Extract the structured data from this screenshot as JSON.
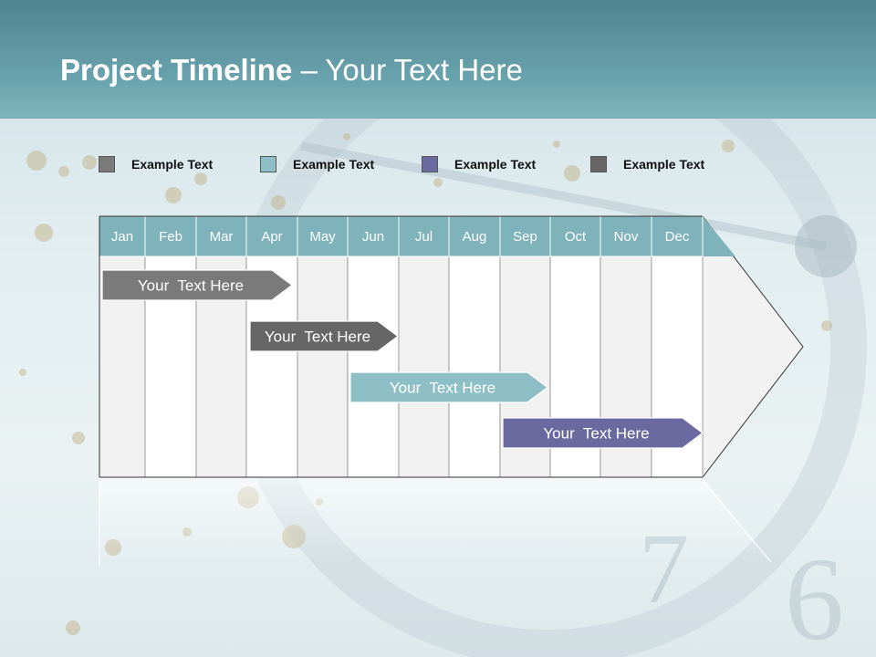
{
  "slide": {
    "title_bold": "Project Timeline",
    "title_rest": " – Your Text Here"
  },
  "legend": [
    {
      "label": "Example Text",
      "color": "#7a7a7a"
    },
    {
      "label": "Example Text",
      "color": "#8fbfc6"
    },
    {
      "label": "Example Text",
      "color": "#6a6aa0"
    },
    {
      "label": "Example Text",
      "color": "#666666"
    }
  ],
  "timeline": {
    "months": [
      "Jan",
      "Feb",
      "Mar",
      "Apr",
      "May",
      "Jun",
      "Jul",
      "Aug",
      "Sep",
      "Oct",
      "Nov",
      "Dec"
    ],
    "header_color": "#7fb3bb",
    "tasks": [
      {
        "label": "Your  Text Here",
        "start_month": "Jan",
        "end_month": "Apr",
        "color": "#7a7a7a"
      },
      {
        "label": "Your  Text Here",
        "start_month": "Apr",
        "end_month": "Jun",
        "color": "#666666"
      },
      {
        "label": "Your  Text Here",
        "start_month": "Jun",
        "end_month": "Sep",
        "color": "#8fbfc6"
      },
      {
        "label": "Your  Text Here",
        "start_month": "Sep",
        "end_month": "Dec",
        "color": "#6a6aa0"
      }
    ]
  }
}
